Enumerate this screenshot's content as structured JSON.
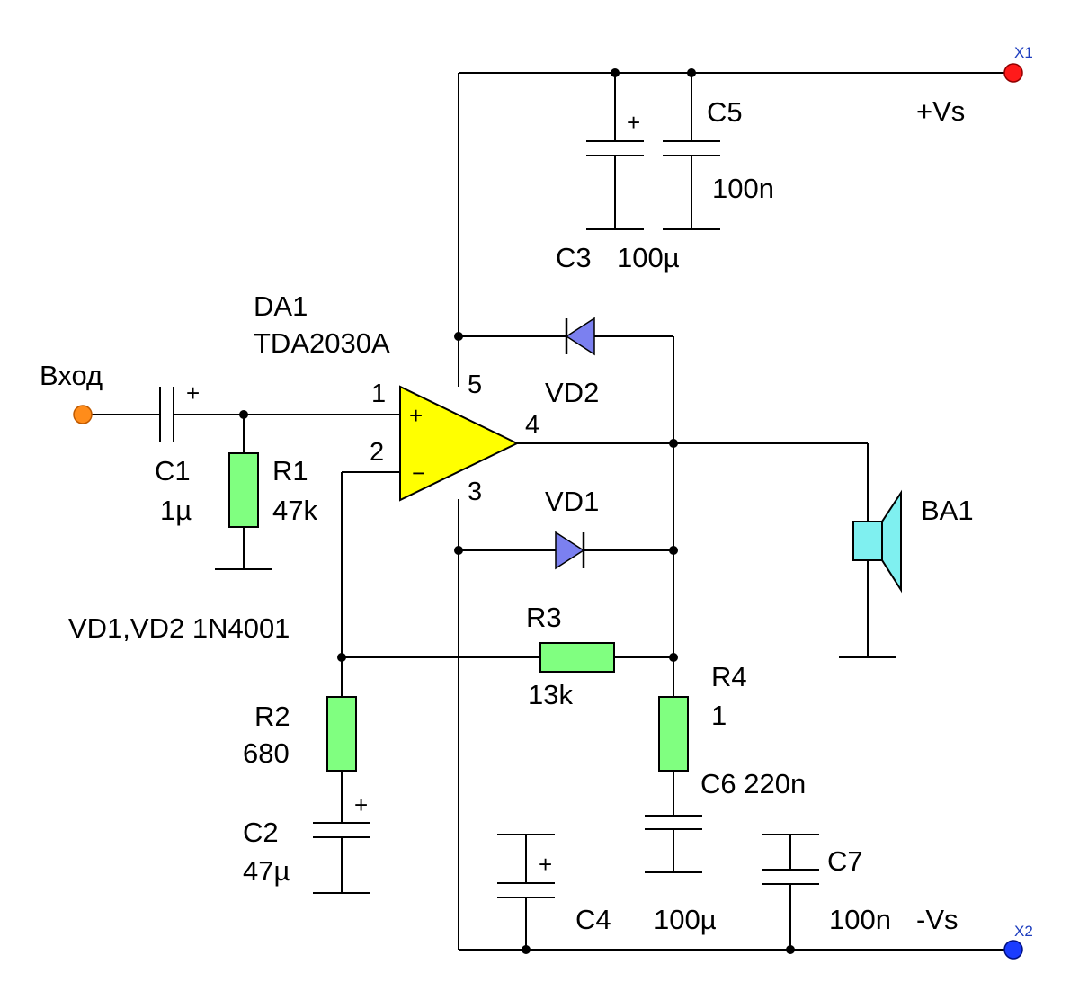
{
  "colors": {
    "wire": "#000000",
    "resistor": "#80ff80",
    "opamp": "#ffff00",
    "diode": "#7b80f0",
    "speaker": "#7ff0f0",
    "input_terminal": "#ff8c1a",
    "plus_terminal": "#ff1a1a",
    "minus_terminal": "#1a3cff"
  },
  "icons": {
    "opamp": "opamp-triangle-icon",
    "resistor": "resistor-rect-icon",
    "capacitor": "capacitor-plates-icon",
    "diode": "diode-icon",
    "speaker": "speaker-icon",
    "ground": "ground-bar-icon",
    "terminal": "terminal-dot-icon"
  },
  "opamp": {
    "ref": "DA1",
    "part": "TDA2030A",
    "pins": {
      "in_plus": "1",
      "in_minus": "2",
      "neg_supply": "3",
      "output": "4",
      "pos_supply": "5"
    },
    "plus_symbol": "+",
    "minus_symbol": "−"
  },
  "input": {
    "label": "Вход"
  },
  "terminals": {
    "x1": {
      "name": "X1",
      "label": "+Vs"
    },
    "x2": {
      "name": "X2",
      "label": "-Vs"
    }
  },
  "components": {
    "c1": {
      "ref": "C1",
      "value": "1µ",
      "polarity": "+"
    },
    "r1": {
      "ref": "R1",
      "value": "47k"
    },
    "r2": {
      "ref": "R2",
      "value": "680"
    },
    "c2": {
      "ref": "C2",
      "value": "47µ",
      "polarity": "+"
    },
    "r3": {
      "ref": "R3",
      "value": "13k"
    },
    "r4": {
      "ref": "R4",
      "value": "1"
    },
    "c6": {
      "label": "C6 220n"
    },
    "c3": {
      "ref": "C3",
      "value": "100µ",
      "polarity": "+"
    },
    "c5": {
      "ref": "C5",
      "value": "100n"
    },
    "c4": {
      "ref": "C4",
      "value": "100µ",
      "polarity": "+"
    },
    "c7": {
      "ref": "C7",
      "value": "100n"
    },
    "vd1": {
      "ref": "VD1"
    },
    "vd2": {
      "ref": "VD2"
    },
    "ba1": {
      "ref": "BA1"
    }
  },
  "notes": {
    "diodes": "VD1,VD2 1N4001"
  }
}
